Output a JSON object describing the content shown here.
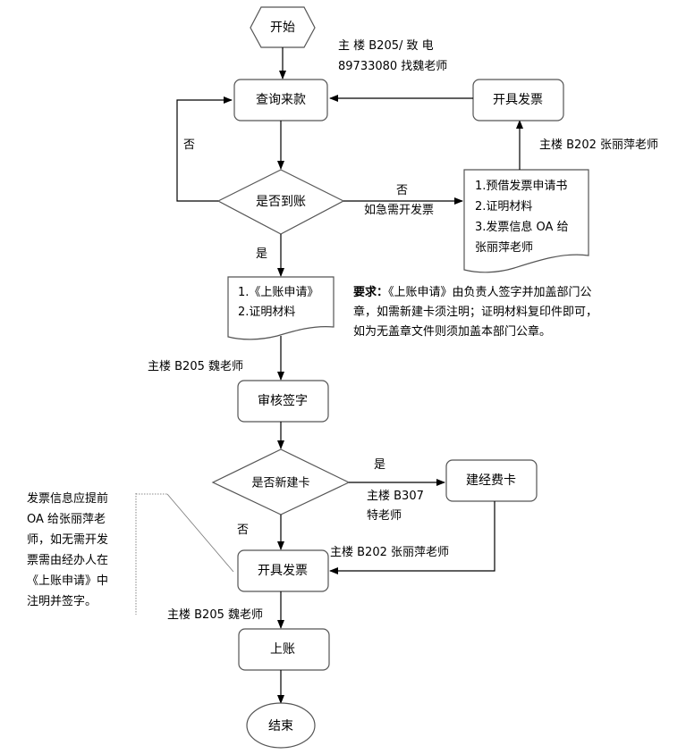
{
  "nodes": {
    "start": "开始",
    "check_funds": "查询来款",
    "arrived_decision": "是否到账",
    "invoice_top": "开具发票",
    "invoice_docs": [
      "1.预借发票申请书",
      "2.证明材料",
      "3.发票信息  OA  给",
      "张丽萍老师"
    ],
    "booking_docs": [
      "1.《上账申请》",
      "2.证明材料"
    ],
    "review_sign": "审核签字",
    "new_card_decision": "是否新建卡",
    "create_card": "建经费卡",
    "invoice_bottom": "开具发票",
    "post_account": "上账",
    "end": "结束"
  },
  "labels": {
    "contact_top": [
      "主 楼   B205/ 致 电",
      "89733080 找魏老师"
    ],
    "no_left": "否",
    "no_right": "否",
    "urgent_invoice": "如急需开发票",
    "yes_down": "是",
    "contact_b202_top": "主楼 B202 张丽萍老师",
    "contact_b205_review": "主楼 B205 魏老师",
    "yes_new_card": "是",
    "contact_b307": [
      "主楼 B307",
      "特老师"
    ],
    "no_new_card": "否",
    "contact_b202_bottom": "主楼 B202 张丽萍老师",
    "contact_b205_post": "主楼 B205 魏老师"
  },
  "requirement": {
    "title": "要求：",
    "lines": [
      "《上账申请》由负责人签字并加盖部门公",
      "章，如需新建卡须注明；证明材料复印件即可，",
      "如为无盖章文件则须加盖本部门公章。"
    ]
  },
  "side_note": {
    "lines": [
      "发票信息应提前",
      "OA  给张丽萍老",
      "师，如无需开发",
      "票需由经办人在",
      "《上账申请》中",
      "注明并签字。"
    ]
  }
}
